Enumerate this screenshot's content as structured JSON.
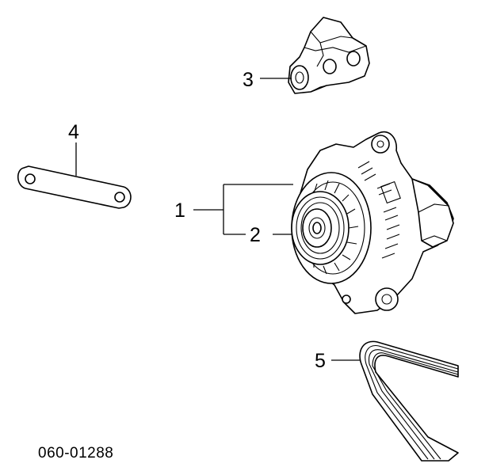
{
  "diagram": {
    "callouts": [
      {
        "id": "1",
        "text": "1"
      },
      {
        "id": "2",
        "text": "2"
      },
      {
        "id": "3",
        "text": "3"
      },
      {
        "id": "4",
        "text": "4"
      },
      {
        "id": "5",
        "text": "5"
      }
    ],
    "drawing_code": "060-01288"
  }
}
